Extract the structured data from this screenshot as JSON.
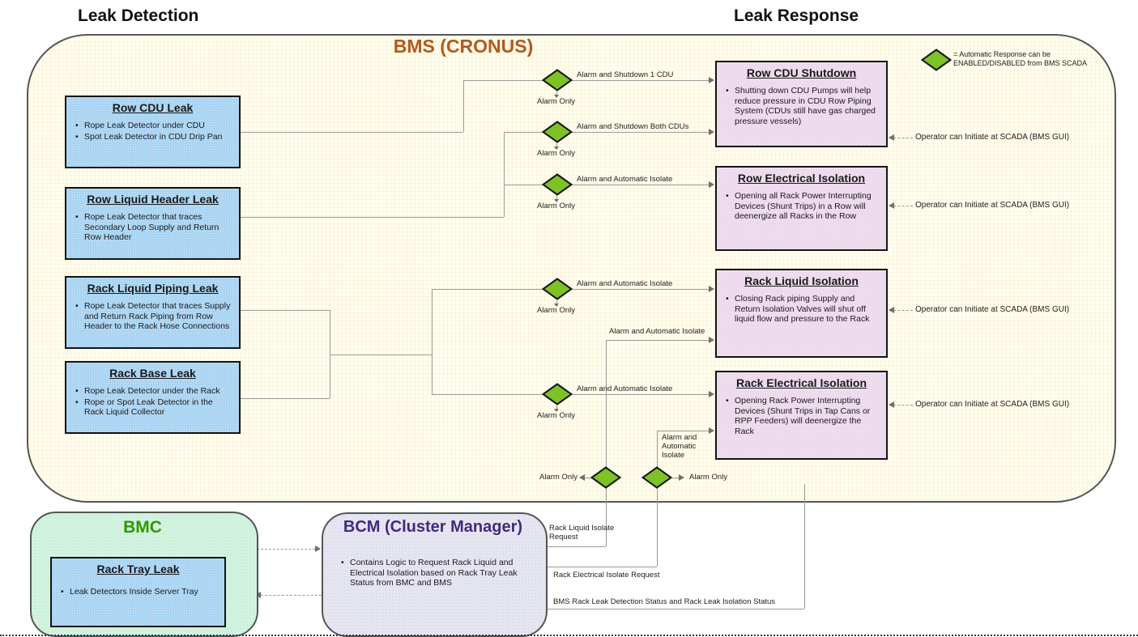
{
  "page": {
    "header_left": "Leak Detection",
    "header_right": "Leak Response"
  },
  "bms": {
    "title": "BMS (CRONUS)",
    "legend_line1": "= Automatic Response can be",
    "legend_line2": "ENABLED/DISABLED from BMS SCADA",
    "operator_label": "Operator can Initiate at SCADA (BMS GUI)",
    "detection_boxes": [
      {
        "title": "Row CDU Leak",
        "bullets": [
          "Rope Leak Detector under CDU",
          "Spot Leak Detector in CDU Drip Pan"
        ]
      },
      {
        "title": "Row Liquid Header Leak",
        "bullets": [
          "Rope Leak Detector that traces Secondary Loop Supply and Return Row Header"
        ]
      },
      {
        "title": "Rack Liquid Piping Leak",
        "bullets": [
          "Rope Leak Detector that traces Supply and Return Rack Piping from Row Header to the Rack Hose Connections"
        ]
      },
      {
        "title": "Rack Base Leak",
        "bullets": [
          "Rope Leak Detector under the Rack",
          "Rope or Spot Leak Detector in the Rack Liquid Collector"
        ]
      }
    ],
    "response_boxes": [
      {
        "title": "Row CDU Shutdown",
        "bullets": [
          "Shutting down CDU Pumps will help reduce pressure in CDU Row Piping System (CDUs still have gas charged pressure vessels)"
        ]
      },
      {
        "title": "Row Electrical Isolation",
        "bullets": [
          "Opening all Rack Power Interrupting Devices (Shunt Trips) in a Row will deenergize all Racks in the Row"
        ]
      },
      {
        "title": "Rack Liquid Isolation",
        "bullets": [
          "Closing Rack piping Supply and Return Isolation Valves will shut off liquid flow and pressure to the Rack"
        ]
      },
      {
        "title": "Rack Electrical Isolation",
        "bullets": [
          "Opening Rack Power Interrupting Devices (Shunt Trips in Tap Cans or RPP Feeders) will deenergize the Rack"
        ]
      }
    ],
    "flow_labels": {
      "shutdown_1_cdu": "Alarm and Shutdown 1 CDU",
      "shutdown_both_cdus": "Alarm and Shutdown Both CDUs",
      "auto_isolate": "Alarm and Automatic Isolate",
      "alarm_only": "Alarm Only"
    }
  },
  "bmc": {
    "title": "BMC",
    "box": {
      "title": "Rack Tray Leak",
      "bullets": [
        "Leak Detectors Inside Server Tray"
      ]
    }
  },
  "bcm": {
    "title": "BCM (Cluster Manager)",
    "bullets": [
      "Contains Logic to Request Rack Liquid and Electrical Isolation based on Rack Tray Leak Status from BMC and BMS"
    ]
  },
  "messages": {
    "rack_liquid_request": "Rack Liquid Isolate Request",
    "rack_electrical_request": "Rack Electrical Isolate Request",
    "bms_status": "BMS Rack Leak Detection Status and Rack Leak Isolation Status"
  },
  "colors": {
    "bms_fill": "#FEFCEA",
    "bms_title": "#B35A1B",
    "detection_fill": "#A9D4F2",
    "response_fill": "#EDD9EC",
    "diamond_green": "#7EC226",
    "bmc_fill": "#D2F3E0",
    "bmc_title": "#2E9900",
    "bcm_fill": "#E6E6F2",
    "bcm_title": "#44297E",
    "connector": "#9A9A9A"
  }
}
